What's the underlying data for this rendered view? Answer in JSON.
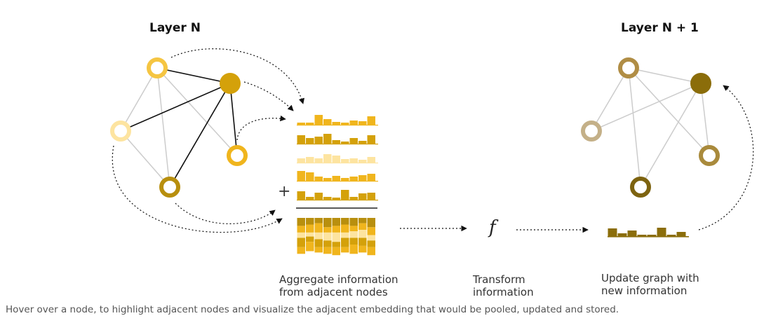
{
  "titles": {
    "left": "Layer N",
    "right": "Layer N + 1"
  },
  "captions": {
    "aggregate": [
      "Aggregate information",
      "from adjacent nodes"
    ],
    "transform": [
      "Transform",
      "information"
    ],
    "update": [
      "Update graph with",
      "new information"
    ]
  },
  "symbols": {
    "plus": "+",
    "function": "f"
  },
  "hint": "Hover over a node, to highlight adjacent nodes and visualize the adjacent embedding that would be pooled, updated and stored.",
  "colors": {
    "gold": "#f0b51d",
    "dark_gold": "#d4a10a",
    "light_gold": "#fde4a0",
    "olive": "#b88f0e",
    "edge_gray": "#cccccc",
    "edge_black": "#111111",
    "out_dark": "#8b6d0a",
    "out_mid": "#a98a3c",
    "out_light": "#c4b088"
  }
}
